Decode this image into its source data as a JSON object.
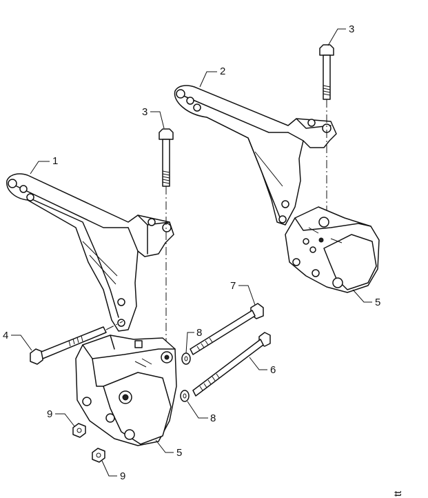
{
  "callouts": {
    "c1": "1",
    "c2": "2",
    "c3a": "3",
    "c3b": "3",
    "c4": "4",
    "c5a": "5",
    "c5b": "5",
    "c6": "6",
    "c7": "7",
    "c8a": "8",
    "c8b": "8",
    "c9a": "9",
    "c9b": "9"
  },
  "figure_code": "tt"
}
